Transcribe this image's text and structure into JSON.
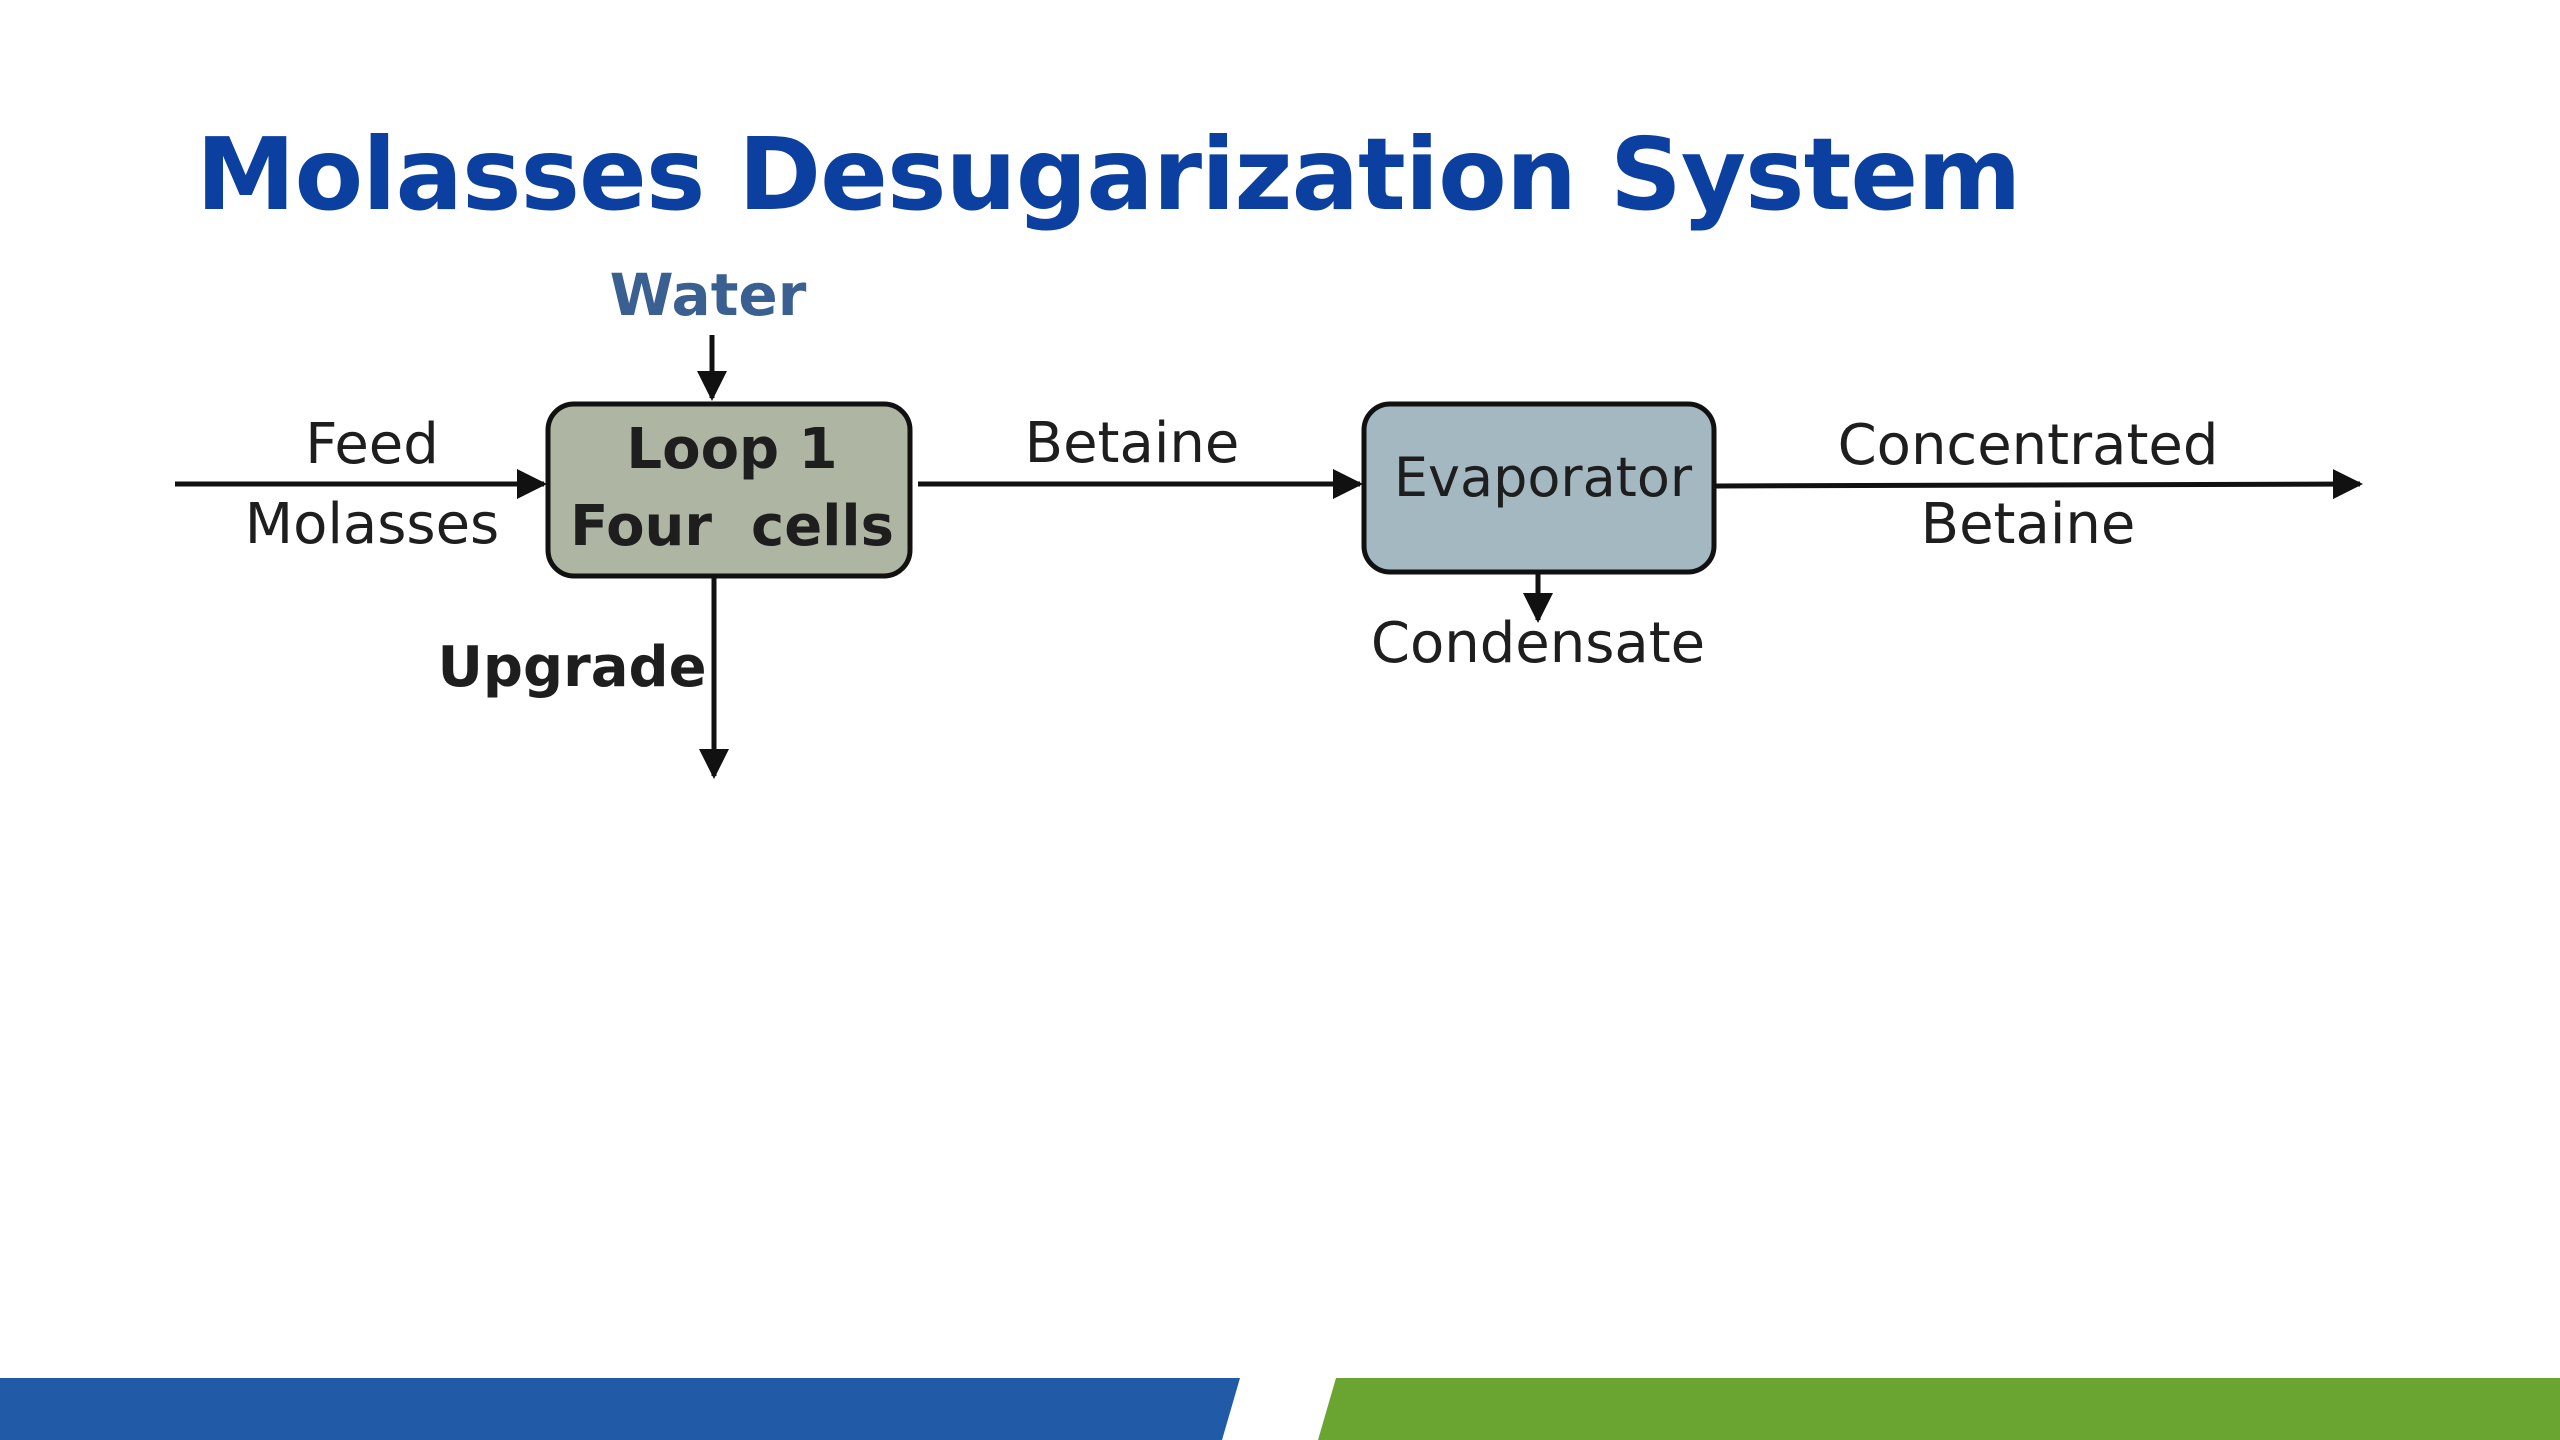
{
  "slide": {
    "title": "Molasses Desugarization System"
  },
  "diagram": {
    "water_label": "Water",
    "feed_label_line1": "Feed",
    "feed_label_line2": "Molasses",
    "loop_box_line1": "Loop 1",
    "loop_box_line2": "Four  cells",
    "betaine_label": "Betaine",
    "evaporator_label": "Evaporator",
    "condensate_label": "Condensate",
    "output_label_line1": "Concentrated",
    "output_label_line2": "Betaine",
    "upgrade_label": "Upgrade"
  },
  "colors": {
    "title": "#0b3fa0",
    "water_label": "#3a5f91",
    "loop_box_fill": "#aeb5a3",
    "evaporator_fill": "#a3b8c1",
    "stroke": "#111111",
    "footer_blue": "#215ba8",
    "footer_green": "#6aa532"
  }
}
